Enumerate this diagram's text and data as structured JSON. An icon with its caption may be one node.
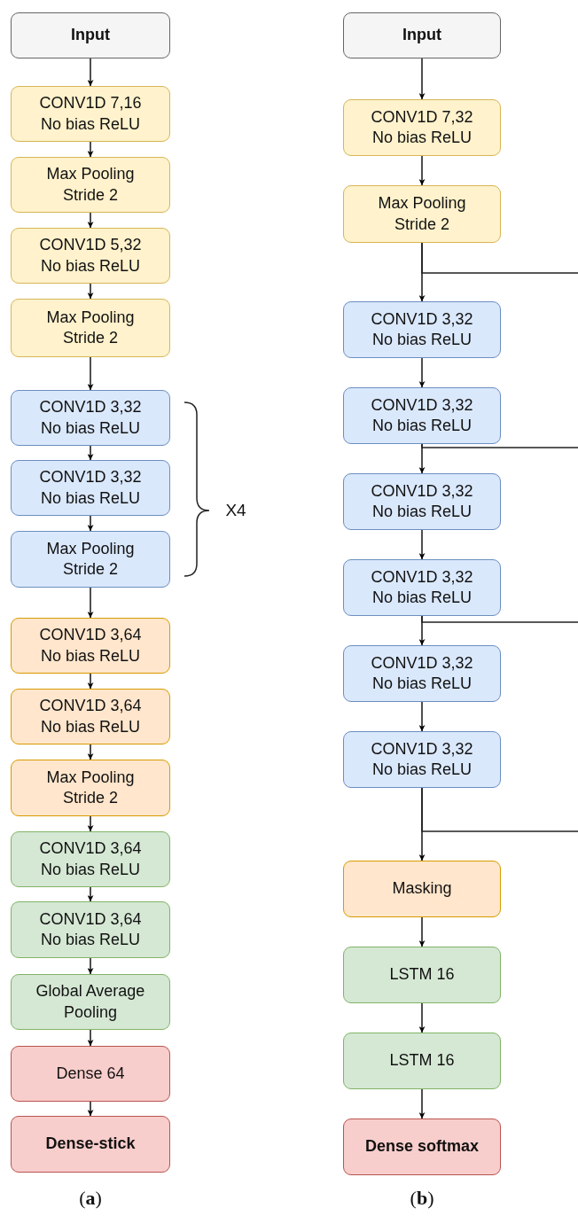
{
  "diagram": {
    "nodes": [
      {
        "text": [
          "Input"
        ]
      },
      {
        "text": [
          "CONV1D 7,16 No bias ReLU"
        ]
      },
      {
        "text": [
          "Max Pooling Stride 2"
        ]
      },
      {
        "text": [
          "CONV1D 5,32 No bias ReLU"
        ]
      },
      {
        "text": [
          "Max Pooling Stride 2"
        ]
      },
      {
        "text": [
          "CONV1D 3,32 No bias ReLU"
        ]
      },
      {
        "text": [
          "CONV1D 3,32 No bias ReLU"
        ]
      },
      {
        "text": [
          "Max Pooling Stride 2"
        ]
      },
      {
        "text": [
          "CONV1D 3,64 No bias ReLU"
        ]
      },
      {
        "text": [
          "CONV1D 3,64 No bias ReLU"
        ]
      },
      {
        "text": [
          "Max Pooling Stride 2"
        ]
      },
      {
        "text": [
          "CONV1D 3,64 No bias ReLU"
        ]
      },
      {
        "text": [
          "CONV1D 3,64 No bias ReLU"
        ]
      },
      {
        "text": [
          "Global Average Pooling"
        ]
      },
      {
        "text": [
          "Dense 64"
        ]
      },
      {
        "text": [
          "Dense-stick"
        ]
      },
      {
        "text": [
          "Input"
        ]
      },
      {
        "text": [
          "CONV1D 7,32 No bias ReLU"
        ]
      },
      {
        "text": [
          "Max Pooling Stride 2"
        ]
      },
      {
        "text": [
          "CONV1D 3,32 No bias ReLU"
        ]
      },
      {
        "text": [
          "CONV1D 3,32 No bias ReLU"
        ]
      },
      {
        "text": [
          "CONV1D 3,32 No bias ReLU"
        ]
      },
      {
        "text": [
          "CONV1D 3,32 No bias ReLU"
        ]
      },
      {
        "text": [
          "CONV1D 3,32 No bias ReLU"
        ]
      },
      {
        "text": [
          "CONV1D 3,32 No bias ReLU"
        ]
      },
      {
        "text": [
          "Masking"
        ]
      },
      {
        "text": [
          "LSTM 16"
        ]
      },
      {
        "text": [
          "LSTM 16"
        ]
      },
      {
        "text": [
          "Dense softmax"
        ]
      }
    ],
    "edges": [
      {
        "from": 0,
        "to": 1,
        "arrow": "to"
      },
      {
        "from": 1,
        "to": 2,
        "arrow": "to"
      },
      {
        "from": 2,
        "to": 3,
        "arrow": "to"
      },
      {
        "from": 3,
        "to": 4,
        "arrow": "to"
      },
      {
        "from": 4,
        "to": 5,
        "arrow": "to"
      },
      {
        "from": 5,
        "to": 6,
        "arrow": "to"
      },
      {
        "from": 6,
        "to": 7,
        "arrow": "to"
      },
      {
        "from": 7,
        "to": 8,
        "arrow": "to"
      },
      {
        "from": 8,
        "to": 9,
        "arrow": "to"
      },
      {
        "from": 9,
        "to": 10,
        "arrow": "to"
      },
      {
        "from": 10,
        "to": 11,
        "arrow": "to"
      },
      {
        "from": 11,
        "to": 12,
        "arrow": "to"
      },
      {
        "from": 12,
        "to": 13,
        "arrow": "to"
      },
      {
        "from": 13,
        "to": 14,
        "arrow": "to"
      },
      {
        "from": 14,
        "to": 15,
        "arrow": "to"
      },
      {
        "from": 16,
        "to": 17,
        "arrow": "to"
      },
      {
        "from": 17,
        "to": 18,
        "arrow": "to"
      },
      {
        "from": 18,
        "to": 19,
        "arrow": "to"
      },
      {
        "from": 19,
        "to": 20,
        "arrow": "to"
      },
      {
        "from": 20,
        "to": 21,
        "arrow": "to"
      },
      {
        "from": 21,
        "to": 22,
        "arrow": "to"
      },
      {
        "from": 22,
        "to": 23,
        "arrow": "to"
      },
      {
        "from": 23,
        "to": 24,
        "arrow": "to"
      },
      {
        "from": 24,
        "to": 25,
        "arrow": "to"
      },
      {
        "from": 25,
        "to": 26,
        "arrow": "to"
      },
      {
        "from": 26,
        "to": 27,
        "arrow": "to"
      },
      {
        "from": 27,
        "to": 28,
        "arrow": "to"
      },
      {
        "from": 18,
        "to": null,
        "arrow": "none"
      },
      {
        "from": 20,
        "to": null,
        "arrow": "none"
      },
      {
        "from": 22,
        "to": null,
        "arrow": "none"
      },
      {
        "from": 24,
        "to": null,
        "arrow": "none"
      }
    ],
    "labels": [
      "X4",
      "(**a**)",
      "(**b**)"
    ]
  }
}
